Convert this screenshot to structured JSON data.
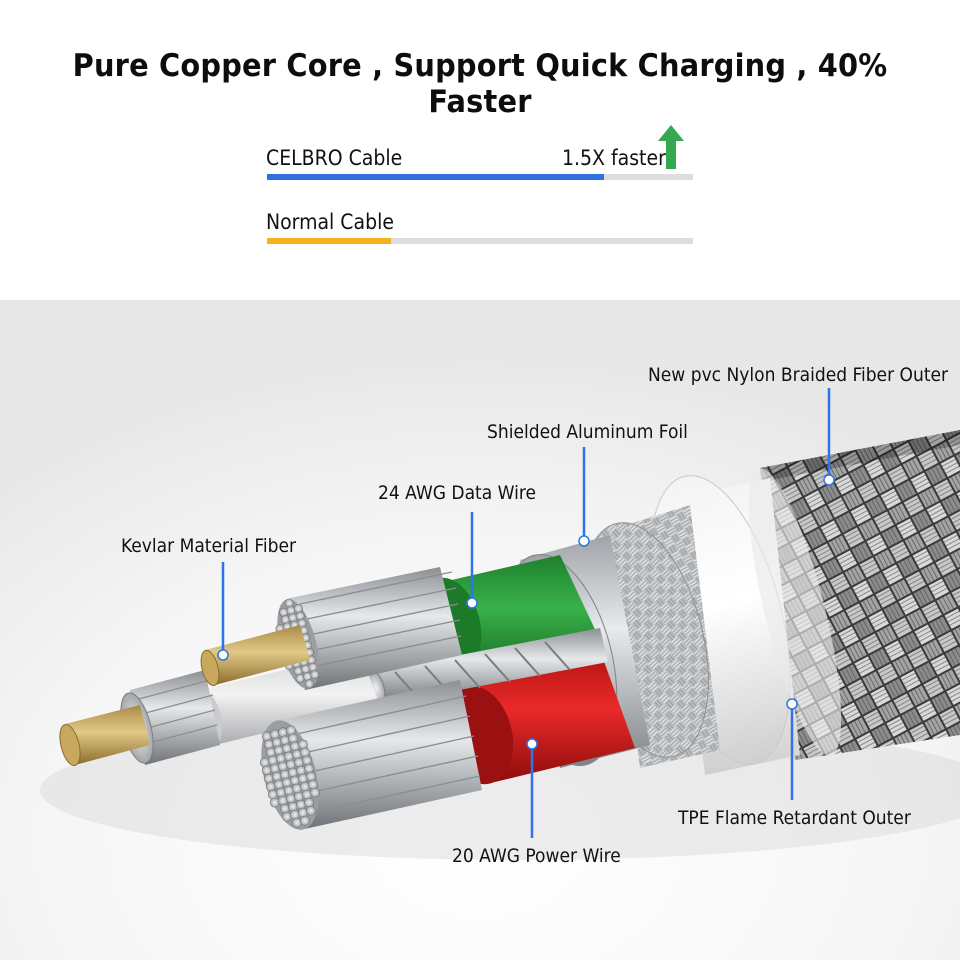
{
  "headline": "Pure Copper Core , Support Quick Charging , 40% Faster",
  "comparison": {
    "celbro": {
      "label": "CELBRO Cable",
      "badge": "1.5X faster",
      "progress": 0.79,
      "color": "#2f6fe0",
      "arrow_icon": "up-arrow-icon",
      "arrow_color": "#36a852"
    },
    "normal": {
      "label": "Normal Cable",
      "progress": 0.29,
      "color": "#f4b21c"
    }
  },
  "callouts": {
    "outer": "New pvc Nylon Braided Fiber Outer",
    "foil": "Shielded Aluminum Foil",
    "data": "24 AWG Data Wire",
    "kevlar": "Kevlar Material Fiber",
    "tpe": "TPE Flame Retardant Outer",
    "power": "20 AWG Power Wire"
  },
  "colors": {
    "leader": "#2f73e8",
    "data_wire": "#2a9b3a",
    "power_wire": "#d41a1a"
  }
}
